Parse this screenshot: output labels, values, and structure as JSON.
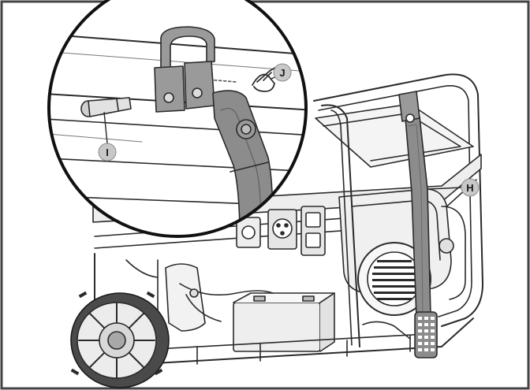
{
  "callouts": {
    "H": "H",
    "I": "I",
    "J": "J"
  },
  "colors": {
    "frame": "#444444",
    "line": "#2a2a2a",
    "part_fill": "#ffffff",
    "handle": "#8c8c8c",
    "handle_dark": "#5f5f5f",
    "bracket": "#9a9a9a",
    "callout_fill": "#c8c8c8",
    "zoom_ring": "#111111"
  }
}
